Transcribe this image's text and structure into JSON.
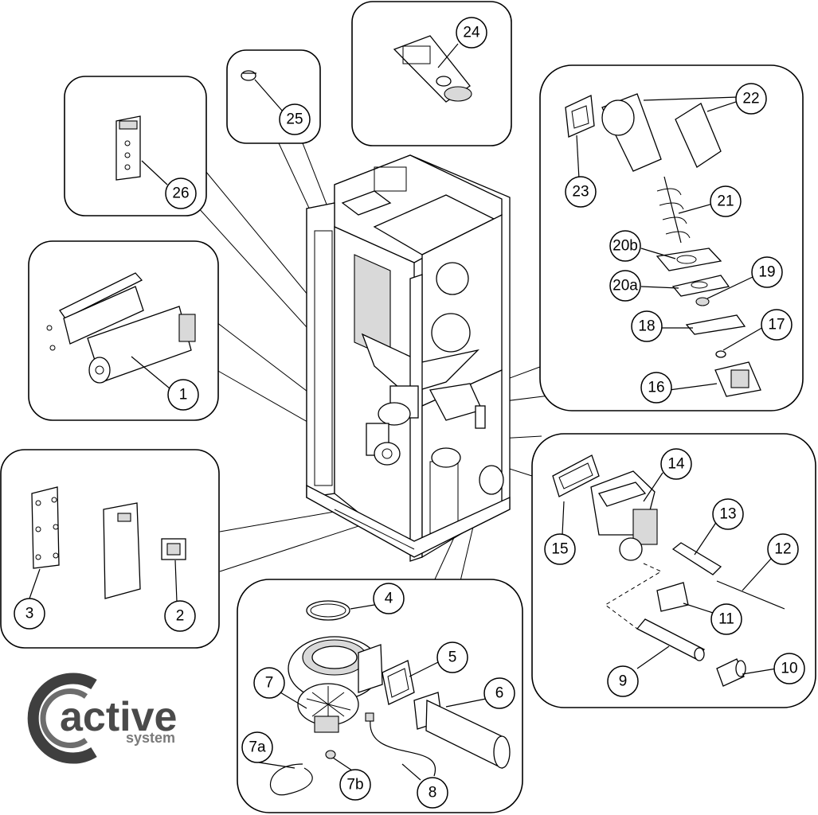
{
  "logo": {
    "main": "active",
    "sub": "system"
  },
  "callouts": [
    {
      "id": "24",
      "label": "24"
    },
    {
      "id": "25",
      "label": "25"
    },
    {
      "id": "26",
      "label": "26"
    },
    {
      "id": "22",
      "label": "22"
    },
    {
      "id": "23",
      "label": "23"
    },
    {
      "id": "21",
      "label": "21"
    },
    {
      "id": "20b",
      "label": "20b"
    },
    {
      "id": "20a",
      "label": "20a"
    },
    {
      "id": "19",
      "label": "19"
    },
    {
      "id": "18",
      "label": "18"
    },
    {
      "id": "17",
      "label": "17"
    },
    {
      "id": "16",
      "label": "16"
    },
    {
      "id": "1",
      "label": "1"
    },
    {
      "id": "3",
      "label": "3"
    },
    {
      "id": "2",
      "label": "2"
    },
    {
      "id": "14",
      "label": "14"
    },
    {
      "id": "13",
      "label": "13"
    },
    {
      "id": "12",
      "label": "12"
    },
    {
      "id": "15",
      "label": "15"
    },
    {
      "id": "11",
      "label": "11"
    },
    {
      "id": "9",
      "label": "9"
    },
    {
      "id": "10",
      "label": "10"
    },
    {
      "id": "4",
      "label": "4"
    },
    {
      "id": "5",
      "label": "5"
    },
    {
      "id": "6",
      "label": "6"
    },
    {
      "id": "7",
      "label": "7"
    },
    {
      "id": "7a",
      "label": "7a"
    },
    {
      "id": "7b",
      "label": "7b"
    },
    {
      "id": "8",
      "label": "8"
    }
  ]
}
